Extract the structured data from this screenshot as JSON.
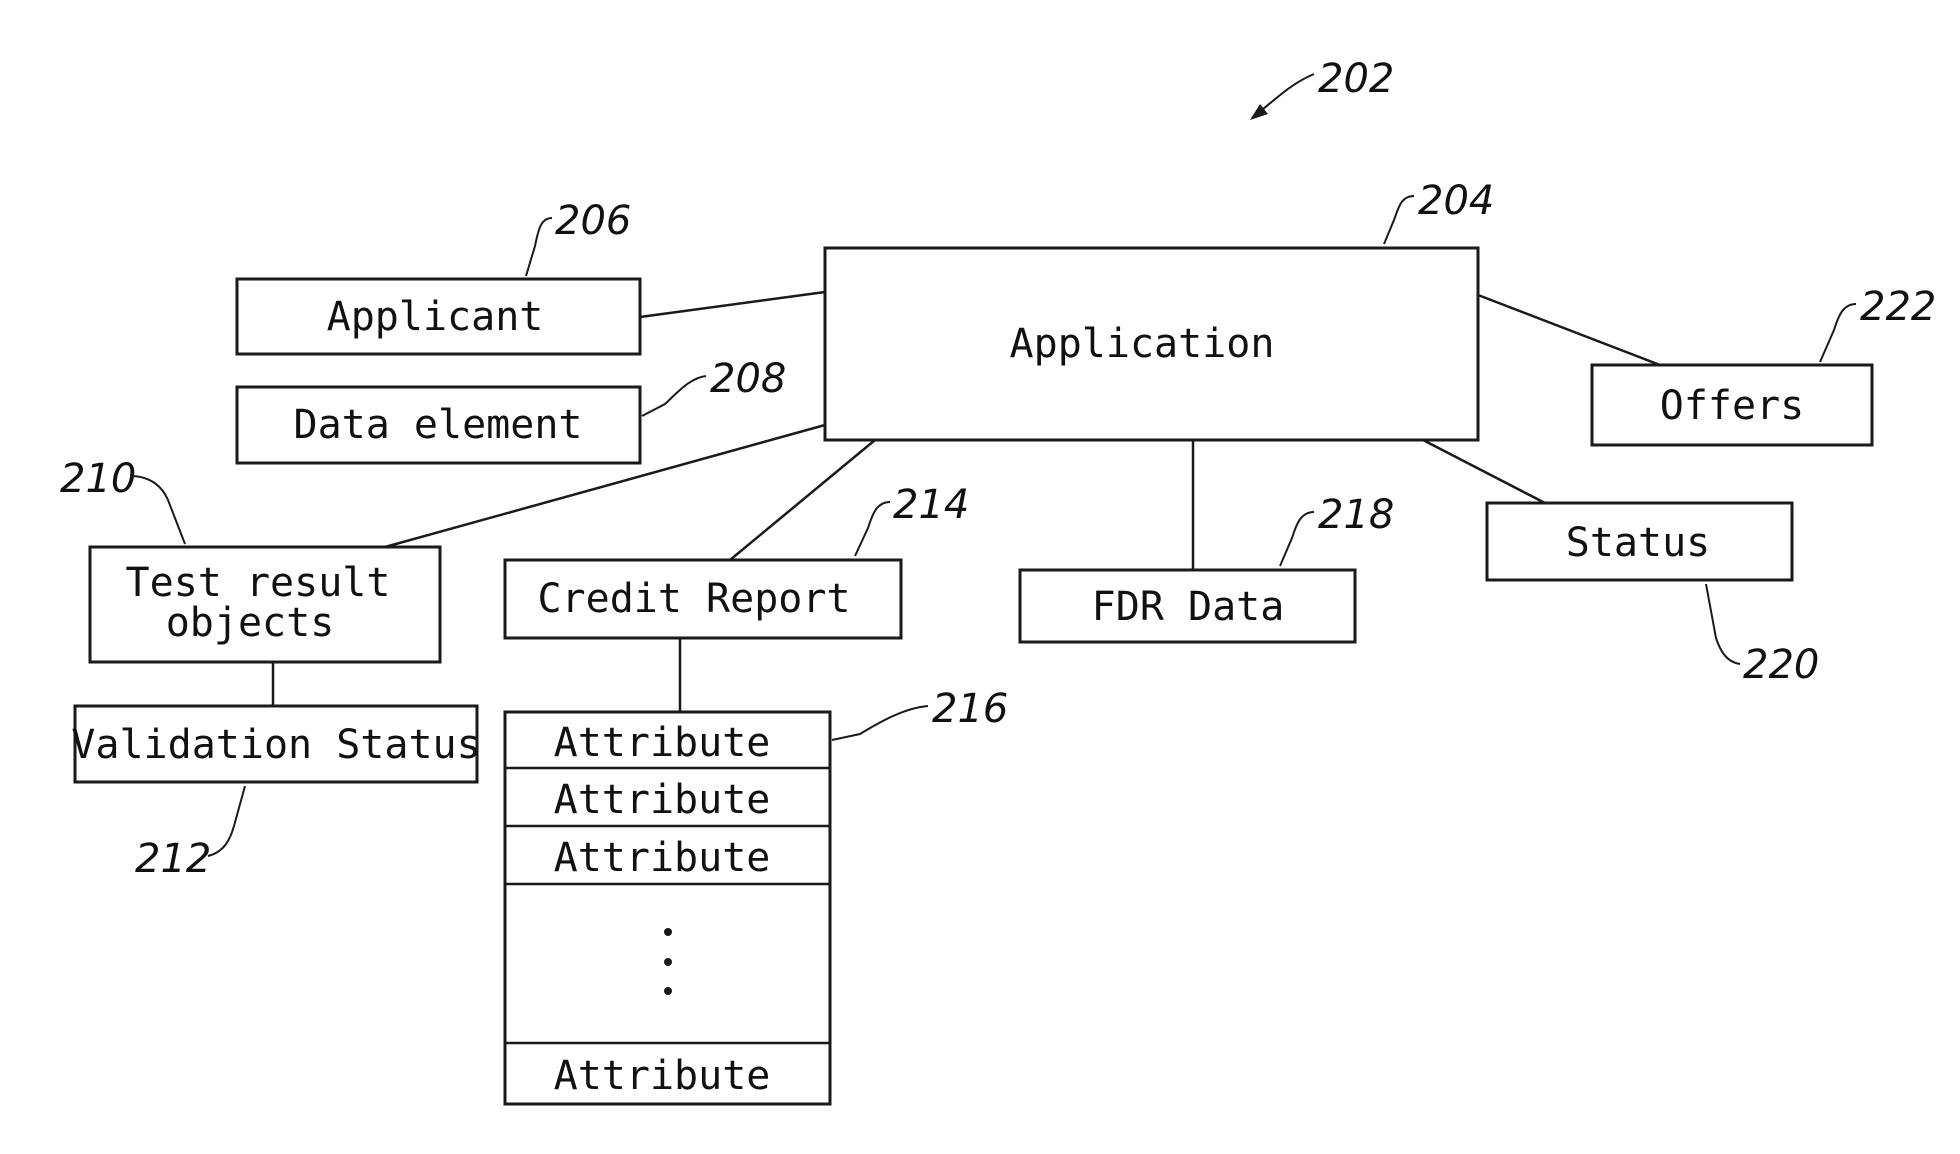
{
  "figure_ref": "202",
  "nodes": {
    "application": {
      "label": "Application",
      "ref": "204"
    },
    "applicant": {
      "label": "Applicant",
      "ref": "206"
    },
    "data_element": {
      "label": "Data element",
      "ref": "208"
    },
    "test_result": {
      "label_line1": "Test result",
      "label_line2": "objects",
      "ref": "210"
    },
    "validation_status": {
      "label": "Validation Status",
      "ref": "212"
    },
    "credit_report": {
      "label": "Credit Report",
      "ref": "214"
    },
    "attributes": {
      "ref": "216",
      "items": [
        "Attribute",
        "Attribute",
        "Attribute",
        "Attribute"
      ]
    },
    "fdr_data": {
      "label": "FDR Data",
      "ref": "218"
    },
    "status": {
      "label": "Status",
      "ref": "220"
    },
    "offers": {
      "label": "Offers",
      "ref": "222"
    }
  }
}
